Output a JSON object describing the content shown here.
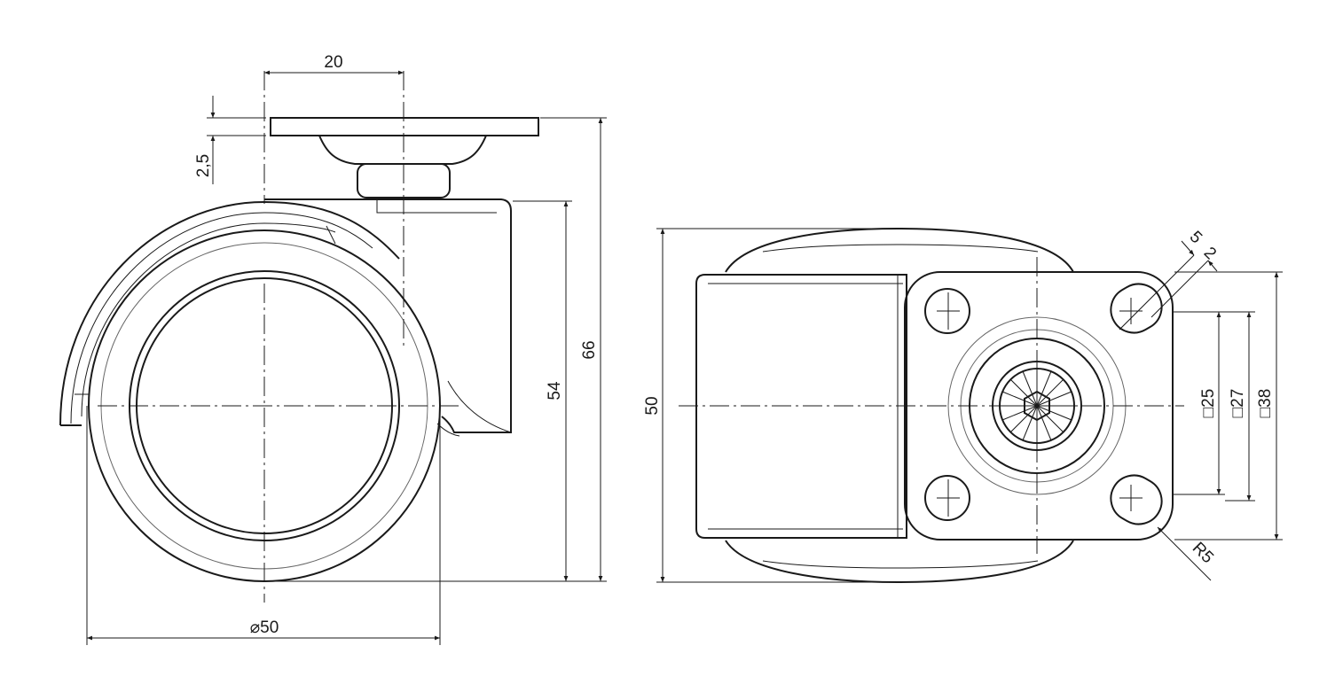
{
  "dimensions": {
    "plate_offset": "20",
    "plate_thickness": "2,5",
    "wheel_diameter": "⌀50",
    "height_to_axle_housing": "54",
    "overall_height": "66",
    "width": "50",
    "slot_size": "5",
    "slot_offset": "2",
    "hole_spacing_25": "□25",
    "hole_spacing_27": "□27",
    "plate_size_38": "□38",
    "corner_radius": "R5"
  },
  "colors": {
    "line": "#1a1a1a",
    "thin": "#666666",
    "background": "#ffffff"
  }
}
